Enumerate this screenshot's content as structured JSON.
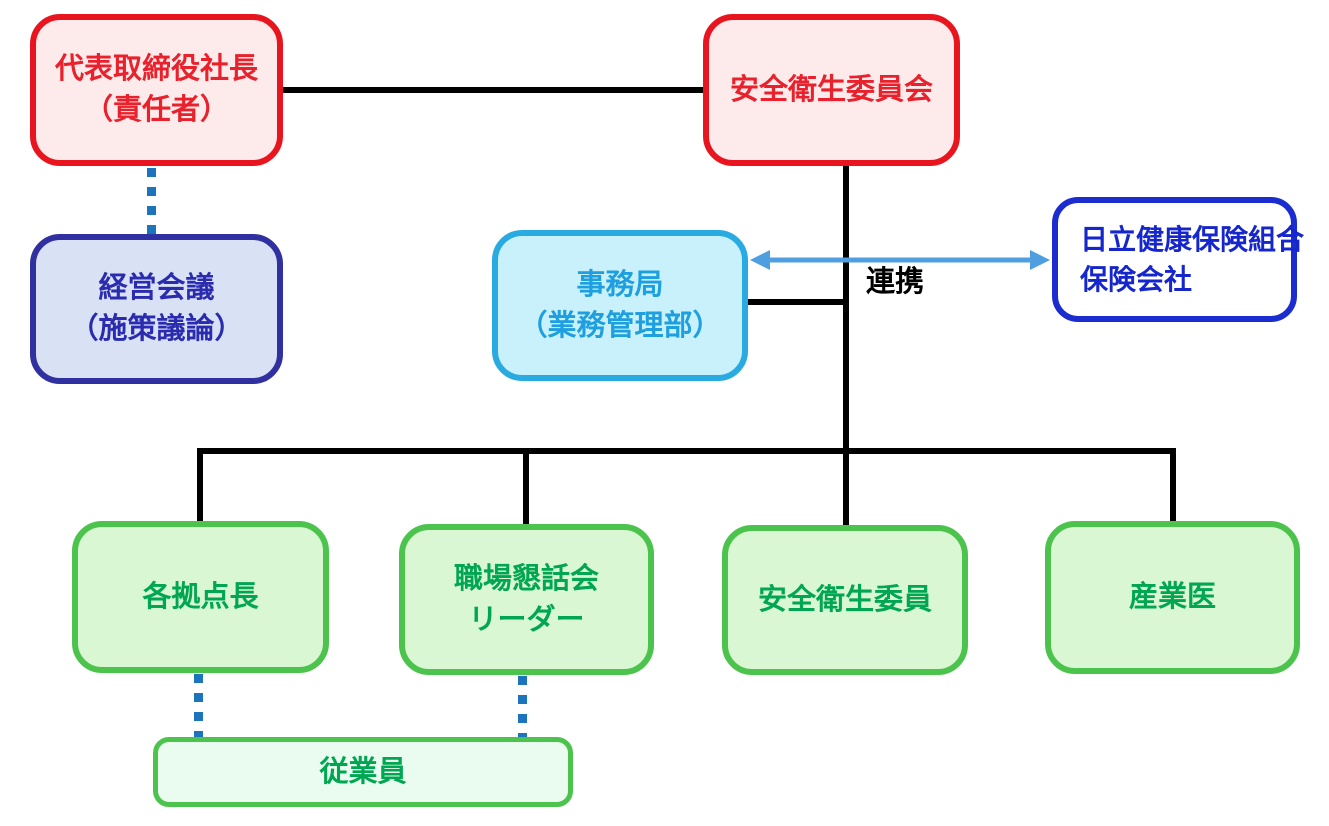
{
  "diagram": {
    "type": "org-chart",
    "nodes": {
      "president": {
        "lines": [
          "代表取締役社長",
          "（責任者）"
        ],
        "role": "responsible-person"
      },
      "safety_committee": {
        "lines": [
          "安全衛生委員会"
        ]
      },
      "management_meeting": {
        "lines": [
          "経営会議",
          "（施策議論）"
        ]
      },
      "secretariat": {
        "lines": [
          "事務局",
          "（業務管理部）"
        ]
      },
      "insurance": {
        "lines": [
          "日立健康保険組合",
          "保険会社"
        ]
      },
      "site_managers": {
        "lines": [
          "各拠点長"
        ]
      },
      "workplace_leaders": {
        "lines": [
          "職場懇話会",
          "リーダー"
        ]
      },
      "safety_members": {
        "lines": [
          "安全衛生委員"
        ]
      },
      "occupational_physician": {
        "lines": [
          "産業医"
        ]
      },
      "employees": {
        "lines": [
          "従業員"
        ]
      }
    },
    "edges": {
      "cooperation_label": "連携",
      "solid_links": [
        "president - safety_committee",
        "safety_committee - distribution line",
        "secretariat - committee vertical line",
        "distribution - site_managers",
        "distribution - workplace_leaders",
        "distribution - safety_members",
        "distribution - occupational_physician"
      ],
      "dotted_links": [
        "president - management_meeting",
        "site_managers - employees",
        "workplace_leaders - employees"
      ],
      "double_arrow": "secretariat - insurance (連携)"
    },
    "colors": {
      "red_border": "#e8151e",
      "red_fill": "#fdeaea",
      "red_text": "#e8212c",
      "indigo_border": "#3030a0",
      "indigo_fill": "#d9e2f5",
      "indigo_text": "#2b2bb0",
      "cyan_border": "#29abe2",
      "cyan_fill": "#c9f1fb",
      "cyan_text": "#1e9fe0",
      "blue_border": "#1b2dcf",
      "blue_fill": "#ffffff",
      "blue_text": "#1526cc",
      "green_border": "#4cc34c",
      "green_fill": "#d9f7d2",
      "green_light_fill": "#e9fcef",
      "green_text": "#00a651",
      "connector_black": "#000000",
      "dotted_blue": "#1c75bc",
      "arrow_blue": "#4f9fe0"
    }
  }
}
